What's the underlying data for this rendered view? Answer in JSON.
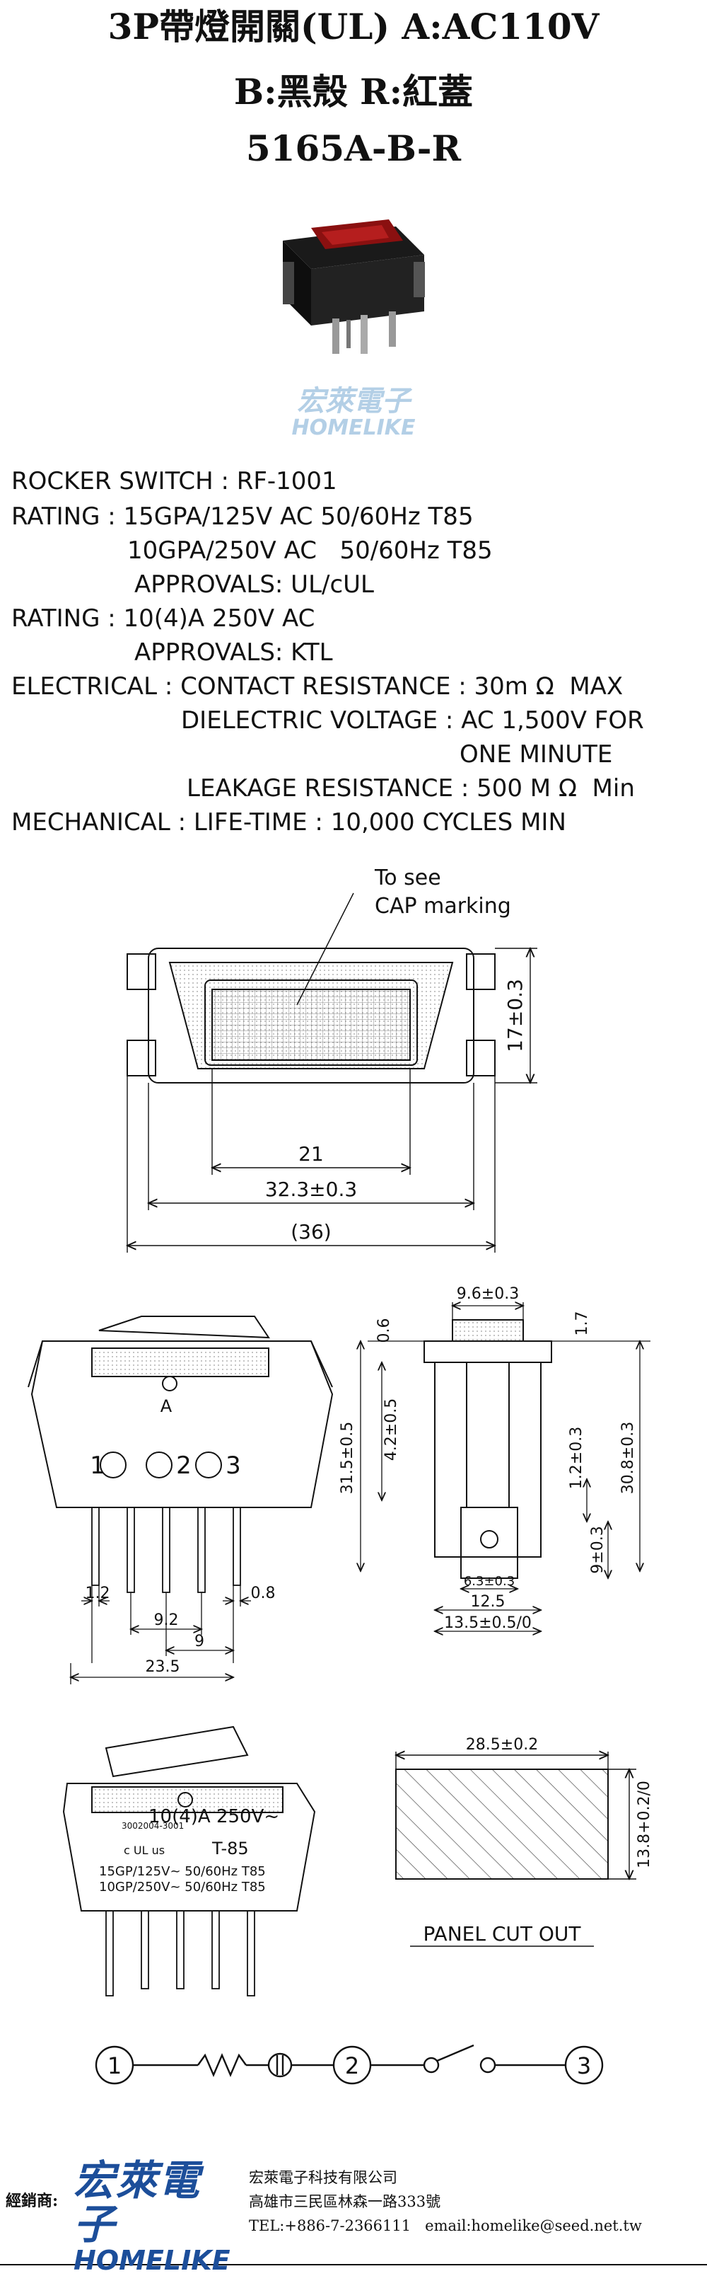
{
  "header": {
    "line1": "3P帶燈開關(UL) A:AC110V",
    "line2": "B:黑殼 R:紅蓋",
    "line3": "5165A-B-R"
  },
  "watermark": {
    "cn": "宏萊電子",
    "en": "HOMELIKE"
  },
  "specs": [
    "ROCKER SWITCH : RF-1001",
    "RATING : 15GPA/125V AC 50/60Hz T85",
    "10GPA/250V AC   50/60Hz T85",
    "APPROVALS: UL/cUL",
    "RATING : 10(4)A 250V AC",
    "APPROVALS: KTL",
    "ELECTRICAL : CONTACT RESISTANCE : 30m Ω  MAX",
    "DIELECTRIC VOLTAGE : AC 1,500V FOR",
    "ONE MINUTE",
    "LEAKAGE RESISTANCE : 500 M Ω  Min",
    "MECHANICAL : LIFE-TIME : 10,000 CYCLES MIN"
  ],
  "drawing": {
    "note_line1": "To   see",
    "note_line2": "CAP marking",
    "dim_21": "21",
    "dim_323": "32.3±0.3",
    "dim_36": "(36)",
    "dim_17": "17±0.3",
    "dim_96": "9.6±0.3",
    "dim_06": "0.6",
    "dim_17b": "1.7",
    "dim_315": "31.5±0.5",
    "dim_42": "4.2±0.5",
    "dim_12v": "1.2±0.3",
    "dim_308": "30.8±0.3",
    "dim_9v": "9±0.3",
    "dim_63": "6.3±0.3",
    "dim_125": "12.5",
    "dim_135": "13.5±0.5/0",
    "dim_12": "1.2",
    "dim_92": "9.2",
    "dim_08": "0.8",
    "dim_9": "9",
    "dim_235": "23.5",
    "terminal_labels": [
      "1",
      "2",
      "3"
    ],
    "letter_a": "A",
    "cap_rating": "10(4)A 250V~",
    "cap_code": "3002004-3001",
    "cap_t85": "T-85",
    "cap_ul": "c UL us",
    "cap_line1": "15GP/125V~  50/60Hz  T85",
    "cap_line2": "10GP/250V~  50/60Hz  T85",
    "dim_285": "28.5±0.2",
    "dim_138": "13.8+0.2/0",
    "panel_label": "PANEL CUT OUT",
    "circuit_nodes": [
      "1",
      "2",
      "3"
    ]
  },
  "footer": {
    "distributor_label": "經銷商:",
    "logo_cn": "宏萊電子",
    "logo_en": "HOMELIKE",
    "company": "宏萊電子科技有限公司",
    "address": "高雄市三民區林森一路333號",
    "contact": "TEL:+886-7-2366111   email:homelike@seed.net.tw"
  }
}
